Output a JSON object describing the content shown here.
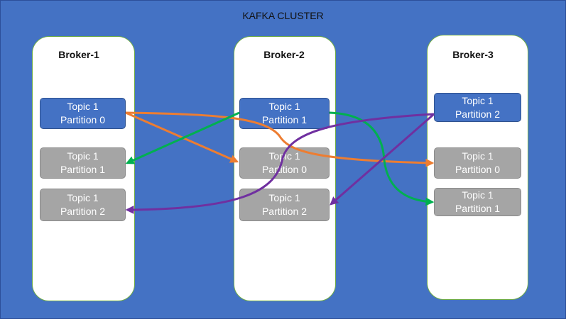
{
  "cluster": {
    "title": "KAFKA CLUSTER",
    "brokers": [
      {
        "label": "Broker-1",
        "partitions": [
          {
            "line1": "Topic 1",
            "line2": "Partition 0",
            "role": "leader"
          },
          {
            "line1": "Topic 1",
            "line2": "Partition 1",
            "role": "replica"
          },
          {
            "line1": "Topic 1",
            "line2": "Partition 2",
            "role": "replica"
          }
        ]
      },
      {
        "label": "Broker-2",
        "partitions": [
          {
            "line1": "Topic 1",
            "line2": "Partition 1",
            "role": "leader"
          },
          {
            "line1": "Topic 1",
            "line2": "Partition 0",
            "role": "replica"
          },
          {
            "line1": "Topic 1",
            "line2": "Partition 2",
            "role": "replica"
          }
        ]
      },
      {
        "label": "Broker-3",
        "partitions": [
          {
            "line1": "Topic 1",
            "line2": "Partition 2",
            "role": "leader"
          },
          {
            "line1": "Topic 1",
            "line2": "Partition 0",
            "role": "replica"
          },
          {
            "line1": "Topic 1",
            "line2": "Partition 1",
            "role": "replica"
          }
        ]
      }
    ]
  },
  "colors": {
    "background": "#4472c4",
    "leader": "#4472c4",
    "replica": "#a5a5a5",
    "broker_border": "#70ad47",
    "partition_0_arrow": "#ed7d31",
    "partition_1_arrow": "#00b050",
    "partition_2_arrow": "#7030a0"
  }
}
